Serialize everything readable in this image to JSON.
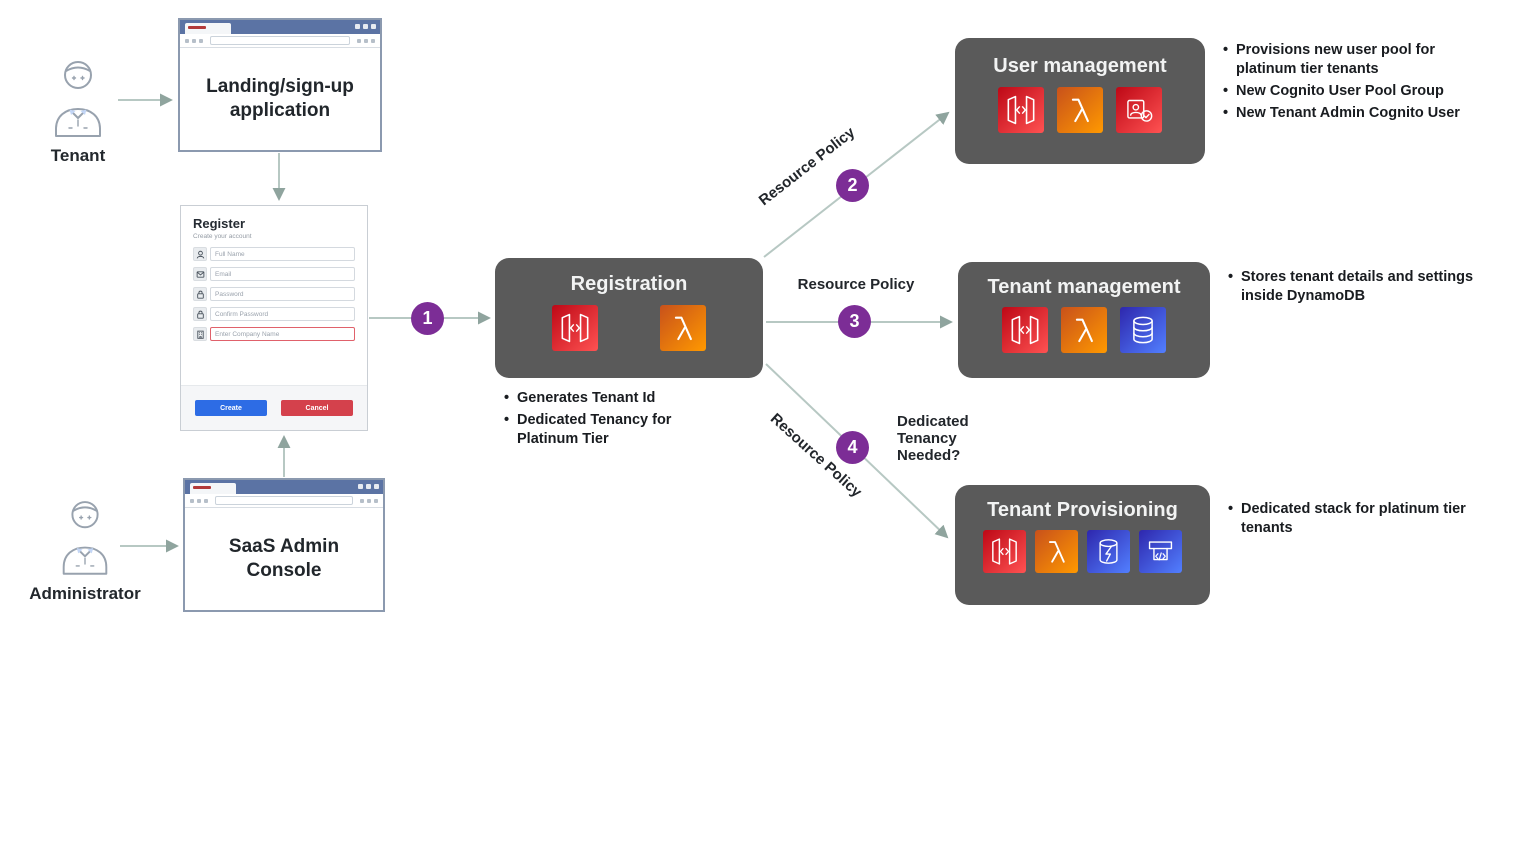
{
  "colors": {
    "accent_purple": "#7C2D96",
    "service_box_gray": "#5A5A5A",
    "aws_red_gradient": [
      "#BD0816",
      "#FF5252"
    ],
    "aws_orange_gradient": [
      "#C8511B",
      "#FF9900"
    ],
    "aws_blue_gradient": [
      "#2E27AD",
      "#527FFF"
    ],
    "connector_line": "#B7C8C3",
    "form_create_blue": "#2D6CE5",
    "form_cancel_red": "#D4414C"
  },
  "actors": {
    "tenant": "Tenant",
    "administrator": "Administrator"
  },
  "windows": {
    "landing": "Landing/sign-up application",
    "admin_console": "SaaS Admin Console"
  },
  "form": {
    "title": "Register",
    "subtitle": "Create your account",
    "fields": [
      {
        "placeholder": "Full Name",
        "icon": "user-icon"
      },
      {
        "placeholder": "Email",
        "icon": "email-icon"
      },
      {
        "placeholder": "Password",
        "icon": "lock-icon"
      },
      {
        "placeholder": "Confirm Password",
        "icon": "lock-icon"
      },
      {
        "placeholder": "Enter Company Name",
        "icon": "company-icon"
      }
    ],
    "create_label": "Create",
    "cancel_label": "Cancel"
  },
  "registration": {
    "title": "Registration",
    "icons": [
      "api-gateway-icon",
      "lambda-icon"
    ],
    "notes": [
      "Generates Tenant Id",
      "Dedicated Tenancy for Platinum Tier"
    ]
  },
  "user_management": {
    "title": "User management",
    "icons": [
      "api-gateway-icon",
      "lambda-icon",
      "cognito-icon"
    ],
    "notes": [
      "Provisions new user pool for platinum tier tenants",
      "New Cognito User Pool Group",
      "New Tenant Admin Cognito User"
    ]
  },
  "tenant_management": {
    "title": "Tenant management",
    "icons": [
      "api-gateway-icon",
      "lambda-icon",
      "dynamodb-icon"
    ],
    "notes": [
      "Stores tenant details and settings inside DynamoDB"
    ]
  },
  "tenant_provisioning": {
    "title": "Tenant Provisioning",
    "icons": [
      "api-gateway-icon",
      "lambda-icon",
      "dynamodb-icon",
      "cloudformation-icon"
    ],
    "notes": [
      "Dedicated stack for platinum tier tenants"
    ]
  },
  "steps": {
    "s1": "1",
    "s2": "2",
    "s3": "3",
    "s4": "4"
  },
  "edge_labels": {
    "step2": "Resource Policy",
    "step3": "Resource Policy",
    "step4": "Resource Policy",
    "decision": "Dedicated Tenancy Needed?"
  }
}
